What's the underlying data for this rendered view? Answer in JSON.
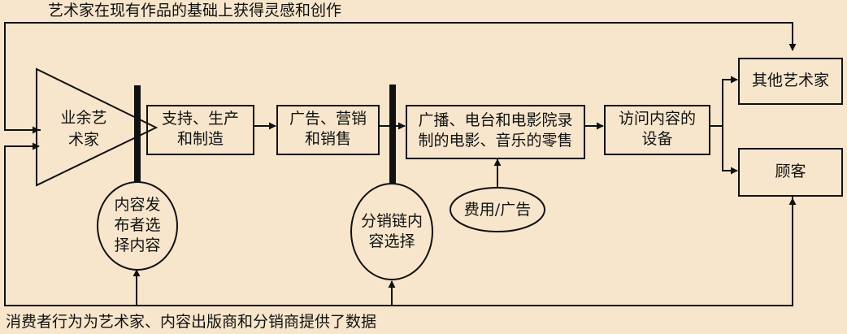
{
  "captions": {
    "top": "艺术家在现有作品的基础上获得灵感和创作",
    "bottom": "消费者行为为艺术家、内容出版商和分销商提供了数据"
  },
  "nodes": {
    "amateur": {
      "line1": "业余艺",
      "line2": "术家"
    },
    "support": {
      "line1": "支持、生产",
      "line2": "和制造"
    },
    "ads": {
      "line1": "广告、营销",
      "line2": "和销售"
    },
    "retail": {
      "line1": "广播、电台和电影院录",
      "line2": "制的电影、音乐的零售"
    },
    "access": {
      "line1": "访问内容的",
      "line2": "设备"
    },
    "other_artists": {
      "label": "其他艺术家"
    },
    "customers": {
      "label": "顾客"
    },
    "publisher": {
      "line1": "内容发",
      "line2": "布者选",
      "line3": "择内容"
    },
    "distribution": {
      "line1": "分销链内",
      "line2": "容选择"
    },
    "fees": {
      "label": "费用/广告"
    }
  }
}
